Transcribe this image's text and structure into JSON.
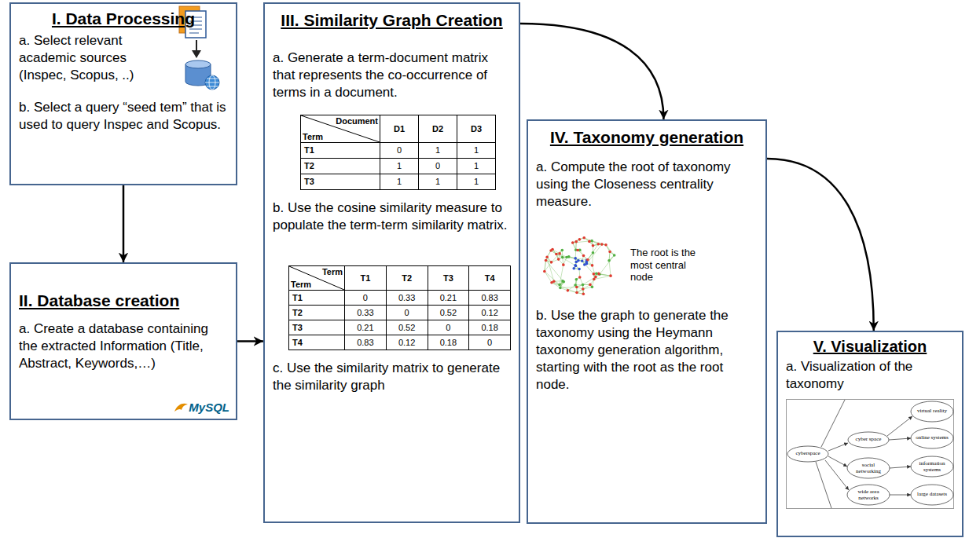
{
  "diagram": {
    "nodes": [
      {
        "text": [
          "I. Data Processing",
          "a. Select relevant academic sources (Inspec, Scopus, ..)",
          "b. Select a query “seed tem” that is used to query Inspec and Scopus."
        ]
      },
      {
        "text": [
          "II. Database creation",
          "a. Create a database containing the extracted Information (Title, Abstract, Keywords,…)"
        ]
      },
      {
        "text": [
          "III. Similarity Graph Creation",
          "a. Generate a term-document matrix that represents the co-occurrence of terms in a document.",
          "b. Use the cosine similarity measure to populate the term-term similarity matrix.",
          "c. Use the similarity matrix to generate the similarity graph"
        ]
      },
      {
        "text": [
          "IV. Taxonomy generation",
          "a. Compute the root of taxonomy using the Closeness centrality measure.",
          "b. Use the graph to generate the taxonomy using the Heymann taxonomy generation algorithm, starting with the root as the root node."
        ]
      },
      {
        "text": [
          "V. Visualization",
          "a. Visualization of the taxonomy"
        ]
      }
    ],
    "edges": [
      {
        "from": 0,
        "to": 1,
        "arrow": "to"
      },
      {
        "from": 1,
        "to": 2,
        "arrow": "to"
      },
      {
        "from": 2,
        "to": 3,
        "arrow": "to"
      },
      {
        "from": 3,
        "to": 4,
        "arrow": "to"
      }
    ],
    "labels": [
      "Document",
      "Term",
      "D1",
      "D2",
      "D3",
      "T1",
      "0",
      "1",
      "1",
      "T2",
      "1",
      "0",
      "1",
      "T3",
      "1",
      "1",
      "1",
      "Term",
      "Term",
      "T1",
      "T2",
      "T3",
      "T4",
      "T1",
      "0",
      "0.33",
      "0.21",
      "0.83",
      "T2",
      "0.33",
      "0",
      "0.52",
      "0.12",
      "T3",
      "0.21",
      "0.52",
      "0",
      "0.18",
      "T4",
      "0.83",
      "0.12",
      "0.18",
      "0",
      "The root is the most central node",
      "MySQL",
      "cyberspace",
      "cyber space",
      "virtual reality",
      "online systems",
      "social networking",
      "information systems",
      "wide area networks",
      "large datasets"
    ]
  }
}
